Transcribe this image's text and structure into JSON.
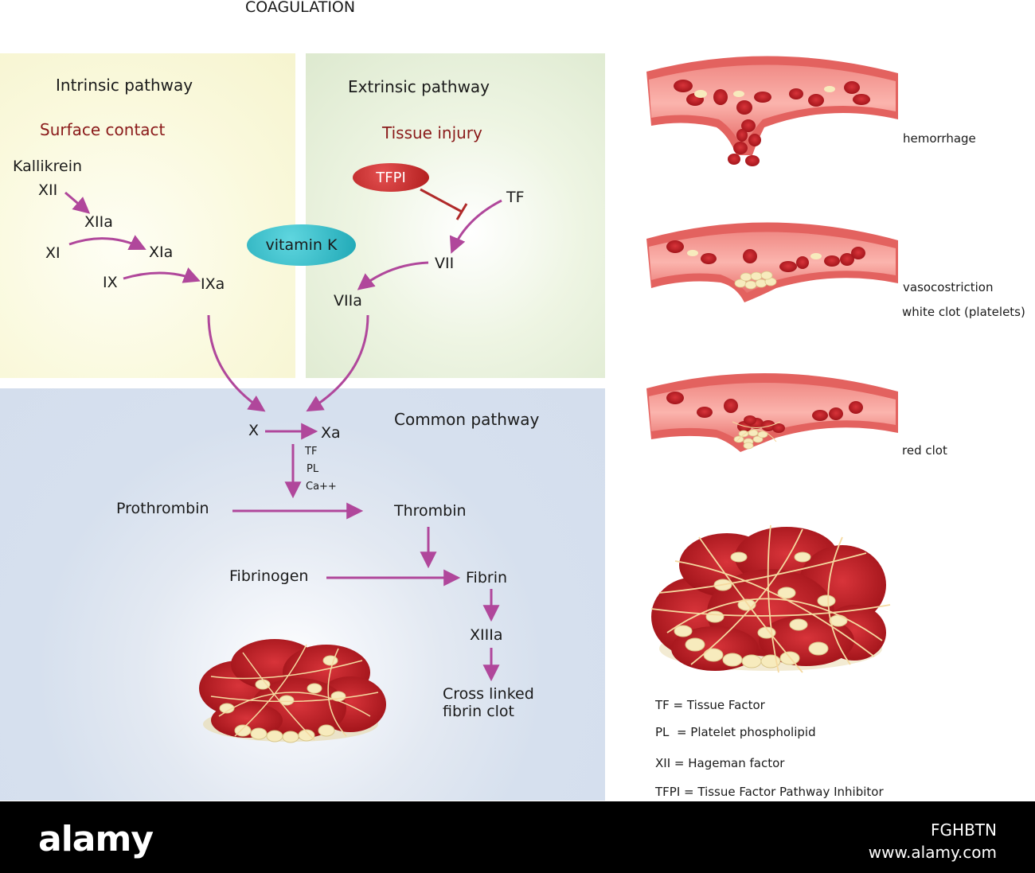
{
  "title": "COAGULATION",
  "intrinsic": {
    "heading": "Intrinsic pathway",
    "trigger": "Surface contact",
    "kallikrein": "Kallikrein",
    "xii": "XII",
    "xiia": "XIIa",
    "xi": "XI",
    "xia": "XIa",
    "ix": "IX",
    "ixa": "IXa"
  },
  "extrinsic": {
    "heading": "Extrinsic pathway",
    "trigger": "Tissue injury",
    "tfpi": "TFPI",
    "tf": "TF",
    "vii": "VII",
    "viia": "VIIa"
  },
  "vitamin_k": "vitamin K",
  "common": {
    "heading": "Common pathway",
    "x": "X",
    "xa": "Xa",
    "cofactor_tf": "TF",
    "cofactor_pl": "PL",
    "cofactor_ca": "Ca++",
    "prothrombin": "Prothrombin",
    "thrombin": "Thrombin",
    "fibrinogen": "Fibrinogen",
    "fibrin": "Fibrin",
    "xiiia": "XIIIa",
    "clot_line1": "Cross linked",
    "clot_line2": "fibrin clot"
  },
  "stages": {
    "hemorrhage": "hemorrhage",
    "vasoconstriction": "vasocostriction",
    "white_clot": "white clot (platelets)",
    "red_clot": "red clot"
  },
  "legend": [
    "TF = Tissue Factor",
    "PL  = Platelet phospholipid",
    "XII = Hageman factor",
    "TFPI = Tissue Factor Pathway Inhibitor"
  ],
  "footer": {
    "logo": "alamy",
    "id": "FGHBTN",
    "url": "www.alamy.com"
  },
  "colors": {
    "arrow": "#b0479b",
    "inhibit": "#b02a2a",
    "vitamin_k": "#2bb7c4",
    "tfpi": "#c62828",
    "vessel": "#e96d6b",
    "rbc": "#c41c24",
    "platelet": "#f3e6b3"
  }
}
